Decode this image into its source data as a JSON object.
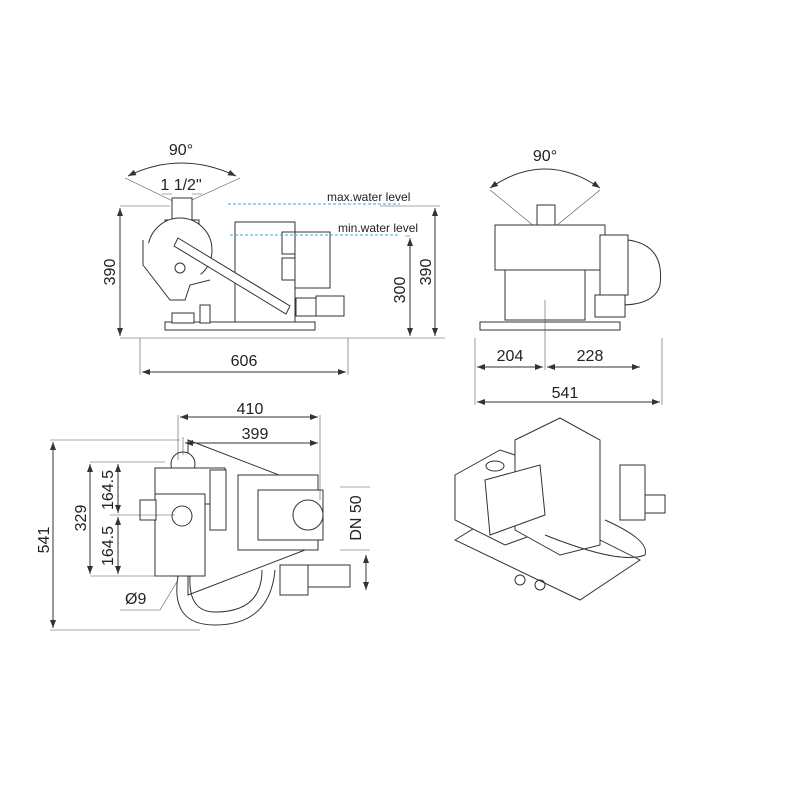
{
  "side_view": {
    "swivel_angle": "90°",
    "inlet_size": "1 1/2\"",
    "max_water_level": "max.water level",
    "min_water_level": "min.water level",
    "height_left": "390",
    "min_level_height": "300",
    "height_right": "390",
    "length": "606"
  },
  "front_view": {
    "swivel_angle": "90°",
    "left_offset": "204",
    "right_offset": "228",
    "width": "541"
  },
  "top_view": {
    "overall_length": "410",
    "inner_length": "399",
    "overall_width": "541",
    "mount_spacing": "329",
    "half_spacing_top": "164.5",
    "half_spacing_bottom": "164.5",
    "outlet_size": "DN 50",
    "hole_diameter": "Ø9"
  },
  "colors": {
    "water_level_line": "#3aa7d8",
    "line": "#333333"
  }
}
